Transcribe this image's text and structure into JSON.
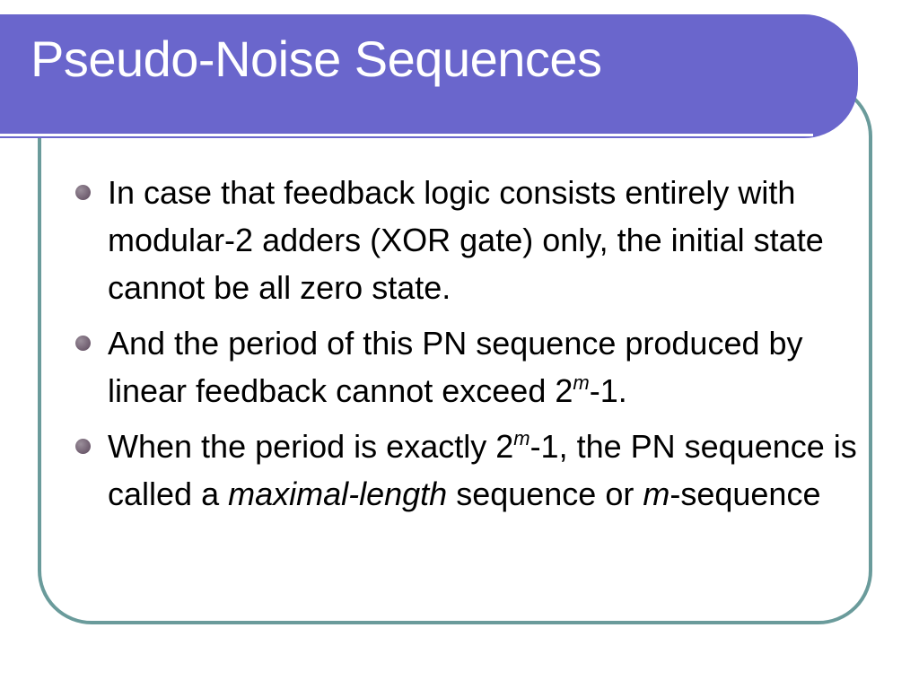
{
  "slide": {
    "title": "Pseudo-Noise Sequences",
    "colors": {
      "title_band": "#6a66cc",
      "frame_border": "#6a9b9b",
      "bullet": "#6e5c6e",
      "text": "#000000"
    },
    "bullets": [
      {
        "text": "In case that feedback logic consists entirely with modular-2 adders (XOR gate) only, the initial state cannot be all zero state."
      },
      {
        "text_before": "And the period of this PN sequence produced by linear feedback cannot exceed 2",
        "superscript": "m",
        "text_after": "-1."
      },
      {
        "text_before": "When the period is exactly 2",
        "superscript": "m",
        "text_middle": "-1, the PN sequence is called a ",
        "italic_phrase": "maximal-length",
        "text_between": " sequence or ",
        "italic_m": "m",
        "text_after": "-sequence"
      }
    ]
  }
}
